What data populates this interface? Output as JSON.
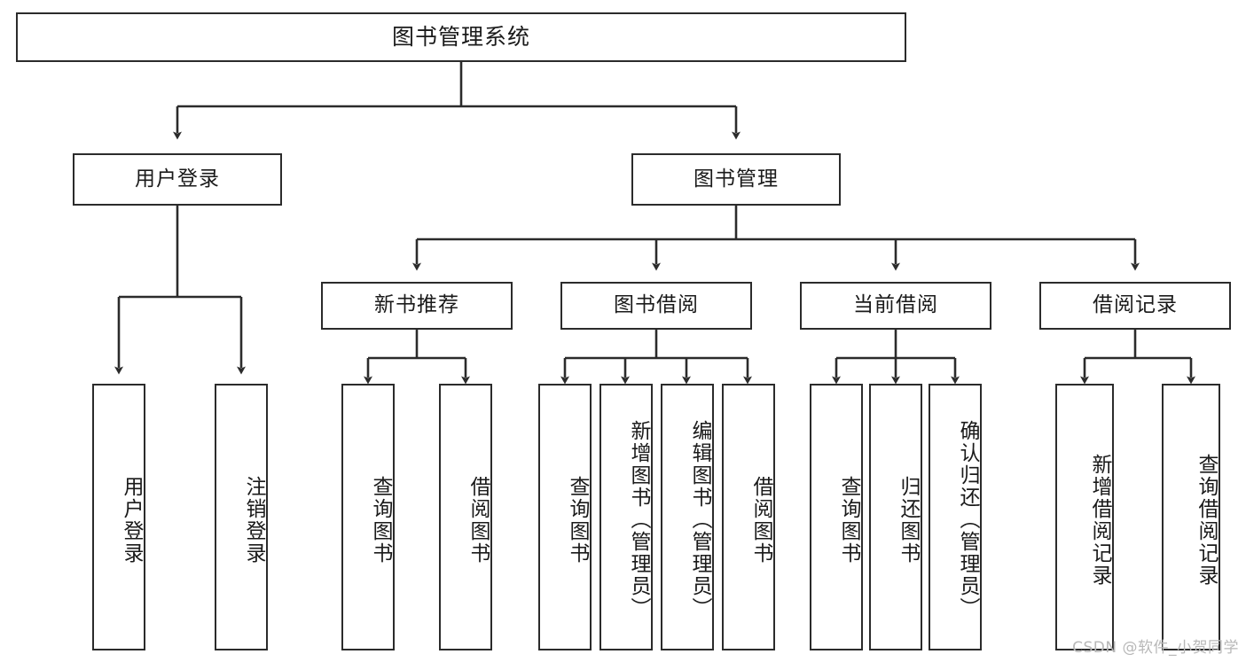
{
  "title": "图书管理系统",
  "watermark": "CSDN @软件_小贺同学",
  "colors": {
    "background": "#ffffff",
    "box_border": "#2b2b2b",
    "box_fill": "#ffffff",
    "edge": "#2b2b2b",
    "text": "#1a1a1a",
    "watermark": "#b8b8b8"
  },
  "diagram": {
    "type": "tree",
    "orientation": "top-down",
    "root": {
      "id": "root",
      "label": "图书管理系统"
    },
    "level2": [
      {
        "id": "user-login",
        "label": "用户登录"
      },
      {
        "id": "book-manage",
        "label": "图书管理"
      }
    ],
    "level3": [
      {
        "id": "new-book-recommend",
        "label": "新书推荐",
        "parent": "book-manage"
      },
      {
        "id": "book-borrow",
        "label": "图书借阅",
        "parent": "book-manage"
      },
      {
        "id": "current-borrow",
        "label": "当前借阅",
        "parent": "book-manage"
      },
      {
        "id": "borrow-record",
        "label": "借阅记录",
        "parent": "book-manage"
      }
    ],
    "leaves": {
      "user-login": [
        {
          "id": "leaf-user-login",
          "label": "用户登录"
        },
        {
          "id": "leaf-user-logout",
          "label": "注销登录"
        }
      ],
      "new-book-recommend": [
        {
          "id": "leaf-query-book-1",
          "label": "查询图书"
        },
        {
          "id": "leaf-borrow-book-1",
          "label": "借阅图书"
        }
      ],
      "book-borrow": [
        {
          "id": "leaf-query-book-2",
          "label": "查询图书"
        },
        {
          "id": "leaf-add-book",
          "label": "新增图书（管理员）"
        },
        {
          "id": "leaf-edit-book",
          "label": "编辑图书（管理员）"
        },
        {
          "id": "leaf-borrow-book-2",
          "label": "借阅图书"
        }
      ],
      "current-borrow": [
        {
          "id": "leaf-query-book-3",
          "label": "查询图书"
        },
        {
          "id": "leaf-return-book",
          "label": "归还图书"
        },
        {
          "id": "leaf-confirm-return",
          "label": "确认归还（管理员）"
        }
      ],
      "borrow-record": [
        {
          "id": "leaf-add-record",
          "label": "新增借阅记录"
        },
        {
          "id": "leaf-query-record",
          "label": "查询借阅记录"
        }
      ]
    }
  }
}
